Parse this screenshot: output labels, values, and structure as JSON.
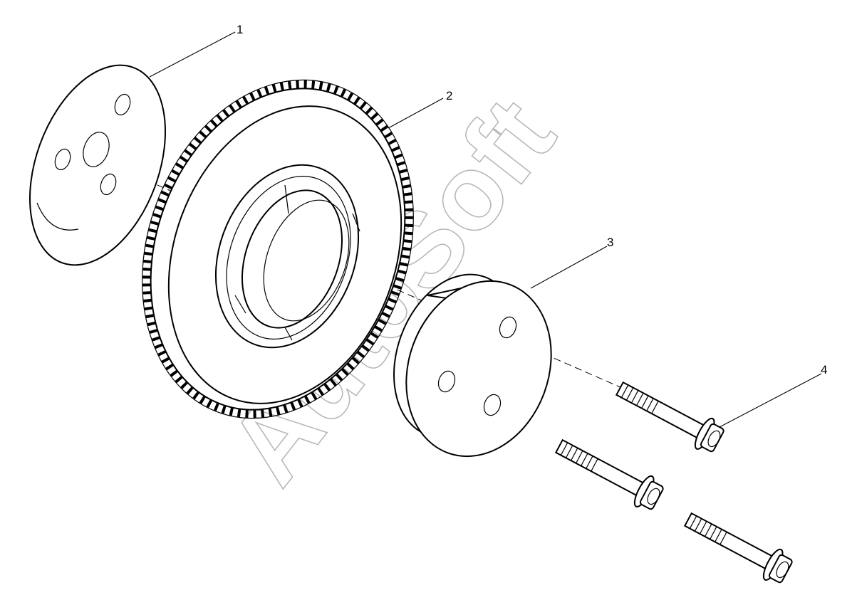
{
  "callouts": [
    {
      "id": "1",
      "label": "1"
    },
    {
      "id": "2",
      "label": "2"
    },
    {
      "id": "3",
      "label": "3"
    },
    {
      "id": "4",
      "label": "4"
    }
  ],
  "watermark": {
    "text": "AutoSoft",
    "color": "#b8b8b8"
  },
  "parts": {
    "washer": "thrust-washer",
    "gear": "idler-gear",
    "hub": "gear-hub",
    "bolts": "flange-bolt"
  }
}
